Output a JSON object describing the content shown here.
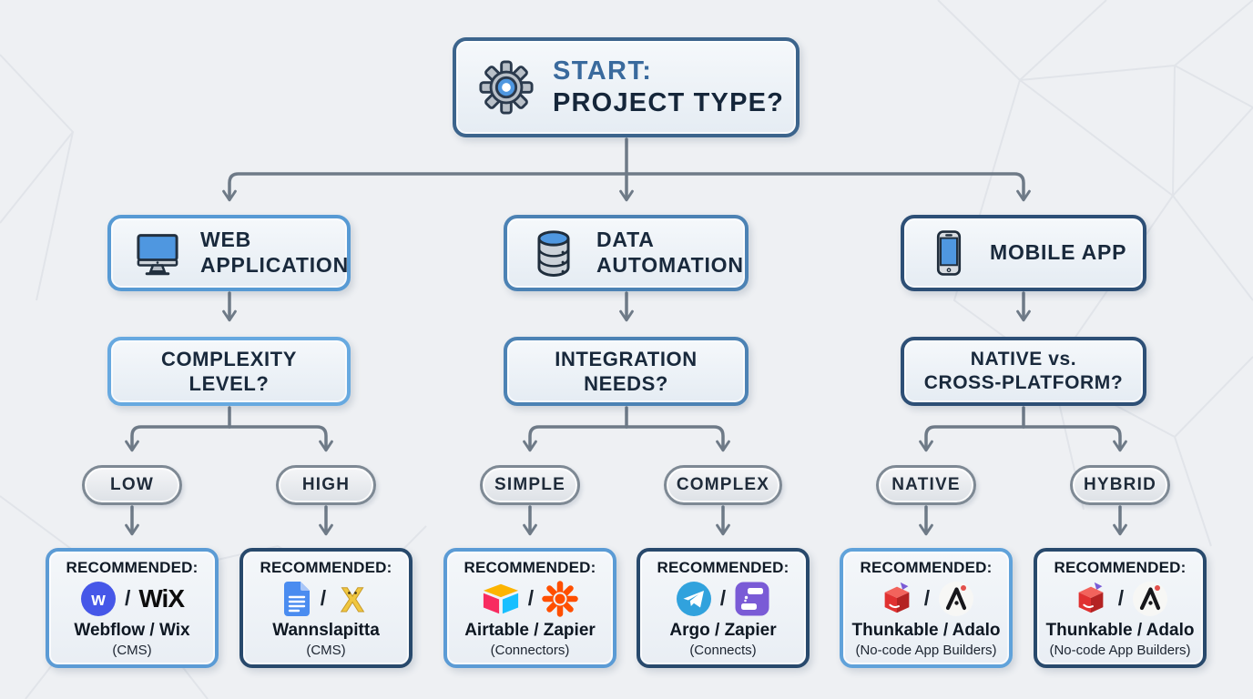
{
  "start": {
    "icon": "gear-icon",
    "line1": "START:",
    "line2": "PROJECT TYPE?"
  },
  "branches": [
    {
      "icon": "monitor-icon",
      "label1": "WEB",
      "label2": "APPLICATION",
      "question1": "COMPLEXITY",
      "question2": "LEVEL?",
      "optionLeft": "LOW",
      "optionRight": "HIGH"
    },
    {
      "icon": "database-icon",
      "label1": "DATA",
      "label2": "AUTOMATION",
      "question1": "INTEGRATION",
      "question2": "NEEDS?",
      "optionLeft": "SIMPLE",
      "optionRight": "COMPLEX"
    },
    {
      "icon": "smartphone-icon",
      "label1": "MOBILE APP",
      "label2": "",
      "question1": "NATIVE vs.",
      "question2": "CROSS-PLATFORM?",
      "optionLeft": "NATIVE",
      "optionRight": "HYBRID"
    }
  ],
  "recommendations": [
    {
      "heading": "RECOMMENDED:",
      "logos": [
        "webflow-logo",
        "wix-wordmark"
      ],
      "wordmark": "WiX",
      "separator": "/",
      "name": "Webflow / Wix",
      "category": "(CMS)"
    },
    {
      "heading": "RECOMMENDED:",
      "logos": [
        "document-icon",
        "wix-mascot-icon"
      ],
      "separator": "/",
      "name": "Wannslapitta",
      "category": "(CMS)"
    },
    {
      "heading": "RECOMMENDED:",
      "logos": [
        "airtable-logo",
        "zapier-logo"
      ],
      "separator": "/",
      "name": "Airtable / Zapier",
      "category": "(Connectors)"
    },
    {
      "heading": "RECOMMENDED:",
      "logos": [
        "telegram-logo",
        "workflow-logo"
      ],
      "separator": "/",
      "name": "Argo / Zapier",
      "category": "(Connects)"
    },
    {
      "heading": "RECOMMENDED:",
      "logos": [
        "thunkable-logo",
        "adalo-logo"
      ],
      "separator": "/",
      "name": "Thunkable / Adalo",
      "category": "(No-code App Builders)"
    },
    {
      "heading": "RECOMMENDED:",
      "logos": [
        "thunkable-logo",
        "adalo-logo"
      ],
      "separator": "/",
      "name": "Thunkable / Adalo",
      "category": "(No-code App Builders)"
    }
  ],
  "colors": {
    "background": "#eef0f3",
    "connector": "#6e7a87",
    "mesh": "#e1e4e9",
    "accent_dark": "#2d4f76",
    "accent_mid": "#4c82b4",
    "accent_light": "#5b9bd5",
    "pill_border": "#7e8994",
    "start_text_accent": "#3a6a9d",
    "text_dark": "#15263a"
  }
}
